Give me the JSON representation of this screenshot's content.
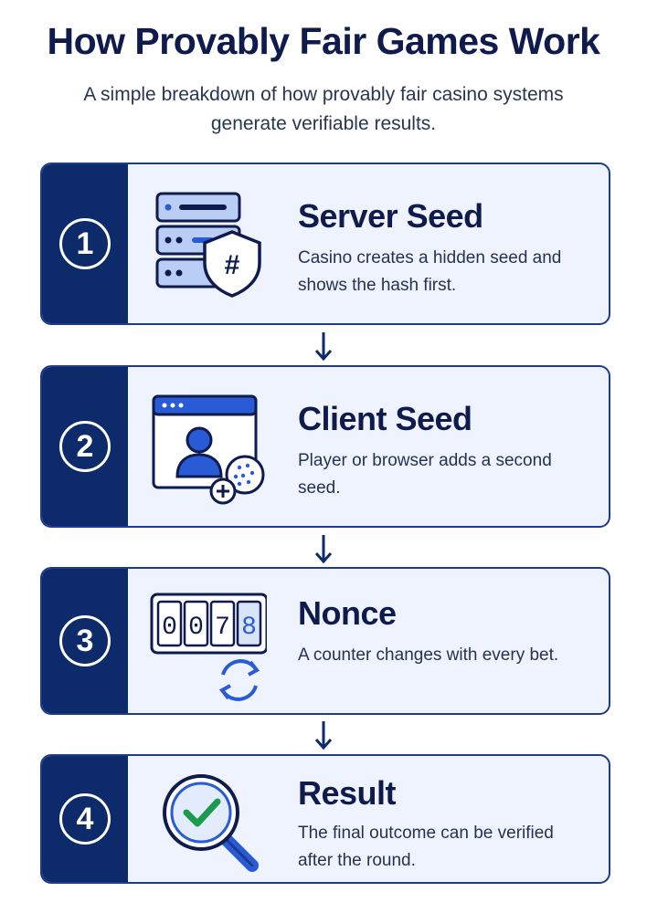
{
  "header": {
    "title": "How Provably Fair Games Work",
    "subtitle": "A simple breakdown of how provably fair casino systems generate verifiable results."
  },
  "colors": {
    "navy": "#0d2a6b",
    "accent": "#2a5bd7",
    "card_bg": "#eef3fd",
    "check": "#1a9a4a"
  },
  "steps": [
    {
      "number": "1",
      "title": "Server Seed",
      "description": "Casino creates a hidden seed and shows the hash first.",
      "icon": "server-shield-hash-icon",
      "icon_text": "#"
    },
    {
      "number": "2",
      "title": "Client Seed",
      "description": "Player or browser adds a second seed.",
      "icon": "browser-user-icon"
    },
    {
      "number": "3",
      "title": "Nonce",
      "description": "A counter changes with every bet.",
      "icon": "counter-icon",
      "digits": [
        "0",
        "0",
        "7",
        "8"
      ]
    },
    {
      "number": "4",
      "title": "Result",
      "description": "The final outcome can be verified after the round.",
      "icon": "magnifier-check-icon"
    }
  ]
}
